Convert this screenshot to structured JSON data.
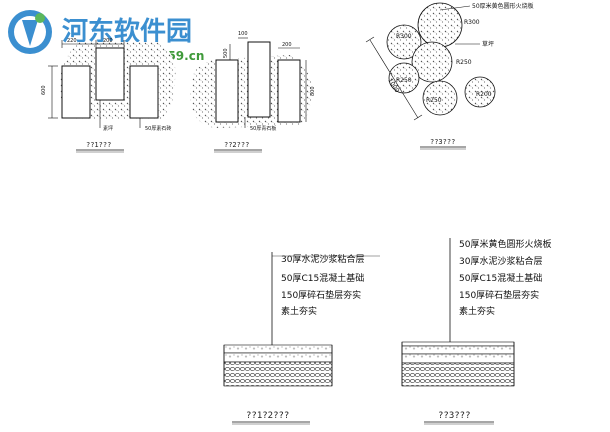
{
  "watermark": {
    "title": "河东软件园",
    "url": "www.pc0359.cn"
  },
  "detail_1": {
    "dim_top_a": "220",
    "dim_top_b": "200",
    "dim_side": "600",
    "label_a": "素坪",
    "label_b": "50厚素石砖",
    "caption": "??1???"
  },
  "detail_2": {
    "dim_top_a": "200",
    "dim_top_b": "100",
    "dim_right": "800",
    "dim_side": "500",
    "label_a": "50厚青石板",
    "caption": "??2???"
  },
  "detail_3": {
    "label_top": "50厚米黄色圆形火烧板",
    "label_mid": "草坪",
    "r1": "R300",
    "r2": "R300",
    "r3": "R250",
    "r4": "R250",
    "r5": "R250",
    "r6": "R200",
    "dim_long": "1000",
    "caption": "??3???"
  },
  "section_1": {
    "layers": [
      "30厚水泥沙浆粘合层",
      "50厚C15混凝土基础",
      "150厚碎石垫层夯实",
      "素土夯实"
    ],
    "caption": "??1?2???"
  },
  "section_2": {
    "layers": [
      "50厚米黄色圆形火烧板",
      "30厚水泥沙浆粘合层",
      "50厚C15混凝土基础",
      "150厚碎石垫层夯实",
      "素土夯实"
    ],
    "caption": "??3???"
  }
}
